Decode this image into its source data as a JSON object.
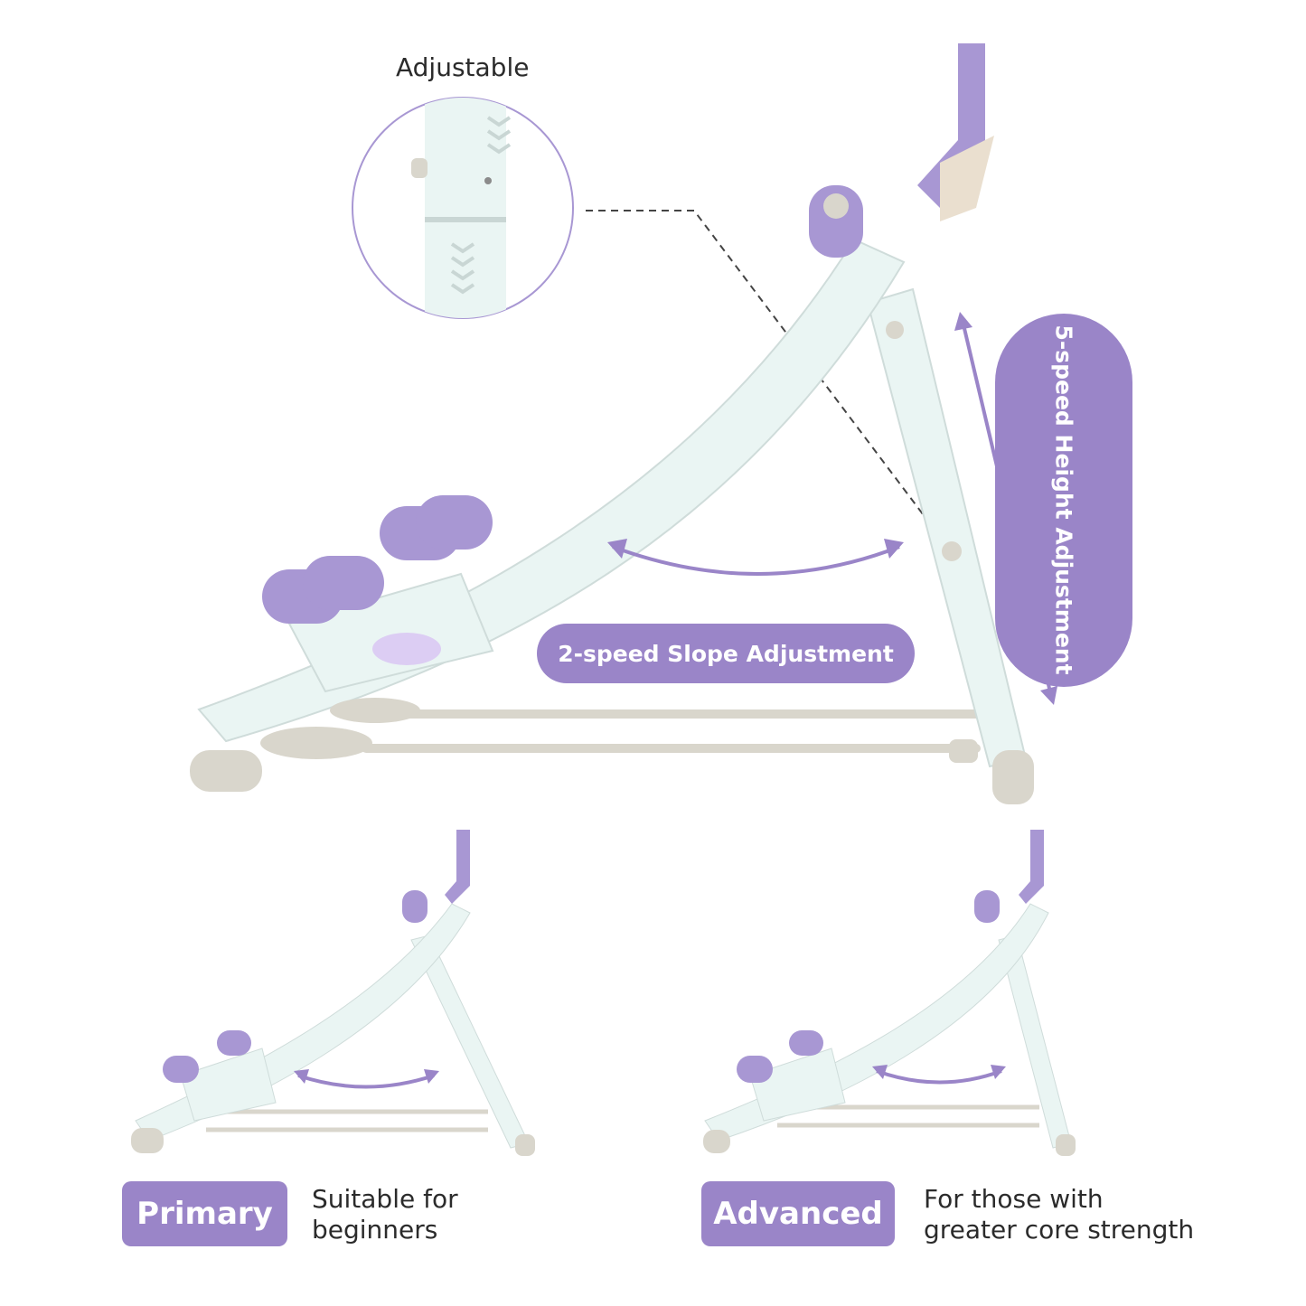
{
  "callout": {
    "label": "Adjustable"
  },
  "slope": {
    "label": "2-speed Slope Adjustment"
  },
  "height": {
    "label": "5-speed Height Adjustment"
  },
  "primary": {
    "badge": "Primary",
    "line1": "Suitable for",
    "line2": "beginners"
  },
  "advanced": {
    "badge": "Advanced",
    "line1": "For those with",
    "line2": "greater core strength"
  },
  "colors": {
    "accent": "#9a85c8",
    "frame": "#eaf5f3",
    "roller": "#a897d3",
    "grey": "#d9d6cc"
  }
}
